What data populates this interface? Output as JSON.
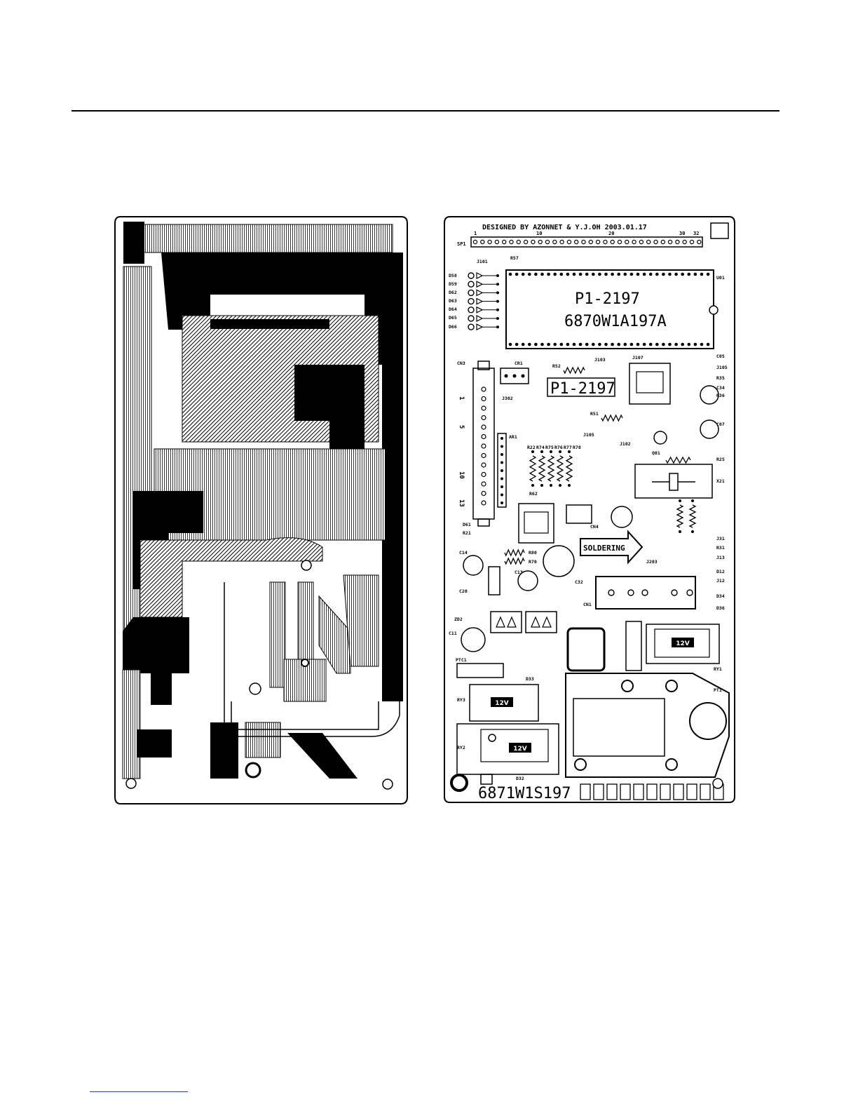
{
  "board": {
    "designer_note": "DESIGNED BY AZONNET & Y.J.OH  2003.01.17",
    "part_code": "P1-2197",
    "ic_code": "6870W1A197A",
    "board_code": "6871W1S197",
    "soldering_label": "SOLDERING",
    "relay_rating": "12V",
    "header_label": "SP1",
    "pin_numbers": [
      "1",
      "10",
      "20",
      "30",
      "32"
    ],
    "connector_numbers": [
      "1",
      "5",
      "10",
      "13"
    ],
    "ref_left": [
      "D58",
      "D59",
      "D62",
      "D63",
      "D64",
      "D65",
      "D66",
      "CN3",
      "D61",
      "R21",
      "C14",
      "C20",
      "ZD2",
      "C11",
      "PTC1",
      "RY3",
      "RY2"
    ],
    "ref_top": [
      "J101",
      "R57",
      "J103",
      "J107",
      "CR1",
      "R52",
      "J302",
      "AR1"
    ],
    "ref_mid": [
      "R22",
      "R74",
      "R75",
      "R76",
      "R77",
      "R78",
      "R51",
      "J105",
      "J102",
      "R62",
      "CN4",
      "C32",
      "C13",
      "R70",
      "R80",
      "J203"
    ],
    "ref_right": [
      "U01",
      "C05",
      "J105",
      "R35",
      "C34",
      "R36",
      "C07",
      "Q01",
      "R25",
      "X21",
      "J31",
      "R31",
      "J13",
      "D12",
      "J12",
      "CN1",
      "D34",
      "D36",
      "RY1",
      "PT1",
      "D33",
      "D32"
    ]
  }
}
